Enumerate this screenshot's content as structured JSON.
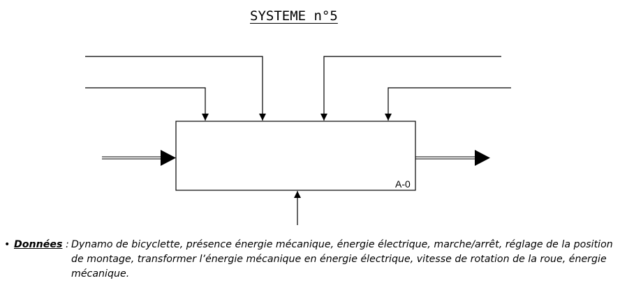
{
  "title": "SYSTEME n°5",
  "box": {
    "label": "A-0"
  },
  "data_section": {
    "bullet": "•",
    "label": "Données",
    "separator": ":",
    "text": "Dynamo de bicyclette, présence énergie mécanique, énergie électrique, marche/arrêt, réglage de la position de montage, transformer l’énergie mécanique en énergie électrique, vitesse de rotation de la roue, énergie mécanique."
  }
}
